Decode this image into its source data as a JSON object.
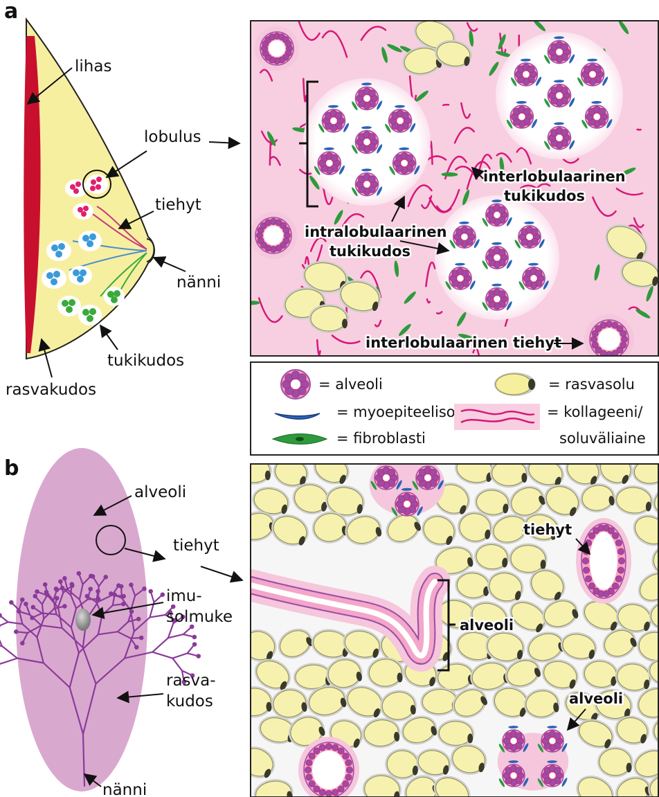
{
  "panel_a": {
    "letter": "a",
    "labels": {
      "lihas": "lihas",
      "lobulus": "lobulus",
      "tiehyt": "tiehyt",
      "nanni": "nänni",
      "tukikudos": "tukikudos",
      "rasvakudos": "rasvakudos"
    },
    "detail": {
      "interlobular_support_1": "interlobulaarinen",
      "interlobular_support_2": "tukikudos",
      "intralobular_support_1": "intralobulaarinen",
      "intralobular_support_2": "tukikudos",
      "interlobular_duct": "interlobulaarinen tiehyt"
    }
  },
  "legend": {
    "alveoli": "= alveoli",
    "rasvasolu": "= rasvasolu",
    "myoepiteelisolu": "= myoepiteelisolu",
    "kollageeni_1": "= kollageeni/",
    "kollageeni_2": "soluväliaine",
    "fibroblasti": "= fibroblasti"
  },
  "panel_b": {
    "letter": "b",
    "labels": {
      "alveoli": "alveoli",
      "tiehyt": "tiehyt",
      "imusolmuke_1": "imu-",
      "imusolmuke_2": "solmuke",
      "rasvakudos_1": "rasva-",
      "rasvakudos_2": "kudos",
      "nanni": "nänni"
    },
    "detail": {
      "tiehyt": "tiehyt",
      "alveoli_1": "alveoli",
      "alveoli_2": "alveoli"
    }
  },
  "colors": {
    "muscle": "#c8102e",
    "fat_yellow": "#f7efa0",
    "tissue_pink": "#f8cfe0",
    "collagen": "#d6187a",
    "fibroblast": "#2e9a3c",
    "myoepithelial": "#2b63b8",
    "alveolus_purple": "#9b4da8",
    "lobule_pink": "#e0206e",
    "lobule_blue": "#3a9ad9",
    "lobule_green": "#3aaa3a",
    "breast_lilac": "#d9a8cf",
    "duct_purple": "#8a3a9a"
  }
}
